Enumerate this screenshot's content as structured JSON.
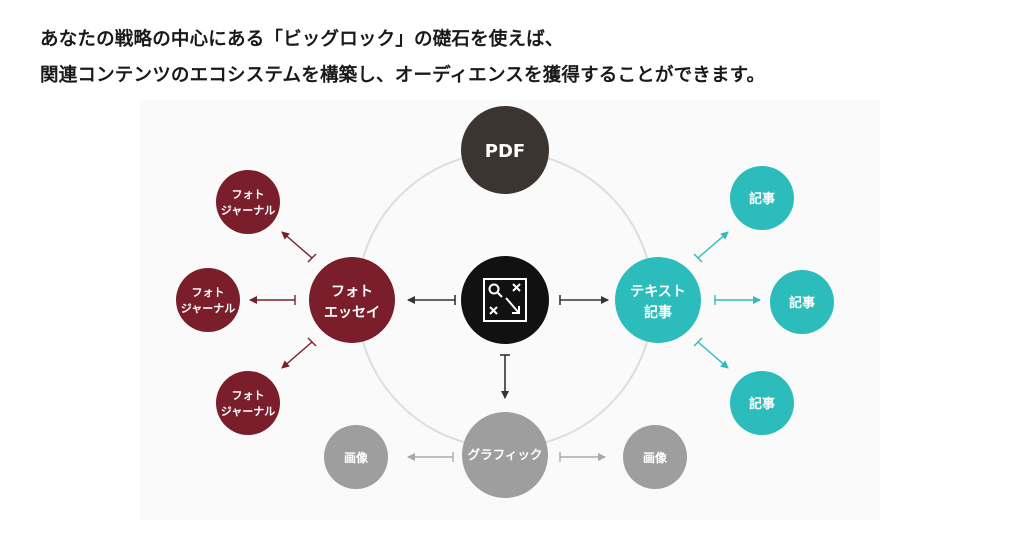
{
  "headline": {
    "line1": "あなたの戦略の中心にある「ビッグロック」の礎石を使えば、",
    "line2": "関連コンテンツのエコシステムを構築し、オーディエンスを獲得することができます。"
  },
  "colors": {
    "pdf": "#3b3431",
    "center": "#111111",
    "photo": "#7b1e2c",
    "text": "#2cbcbc",
    "graphic": "#9e9e9e",
    "ring": "#dddddd"
  },
  "nodes": {
    "pdf": {
      "label": "PDF"
    },
    "center": {
      "icon": "strategy-icon"
    },
    "photo_essay": {
      "label": [
        "フォト",
        "エッセイ"
      ]
    },
    "photo_journal_1": {
      "label": [
        "フォト",
        "ジャーナル"
      ]
    },
    "photo_journal_2": {
      "label": [
        "フォト",
        "ジャーナル"
      ]
    },
    "photo_journal_3": {
      "label": [
        "フォト",
        "ジャーナル"
      ]
    },
    "text_article": {
      "label": [
        "テキスト",
        "記事"
      ]
    },
    "article_1": {
      "label": "記事"
    },
    "article_2": {
      "label": "記事"
    },
    "article_3": {
      "label": "記事"
    },
    "graphic": {
      "label": "グラフィック"
    },
    "image_left": {
      "label": "画像"
    },
    "image_right": {
      "label": "画像"
    }
  }
}
